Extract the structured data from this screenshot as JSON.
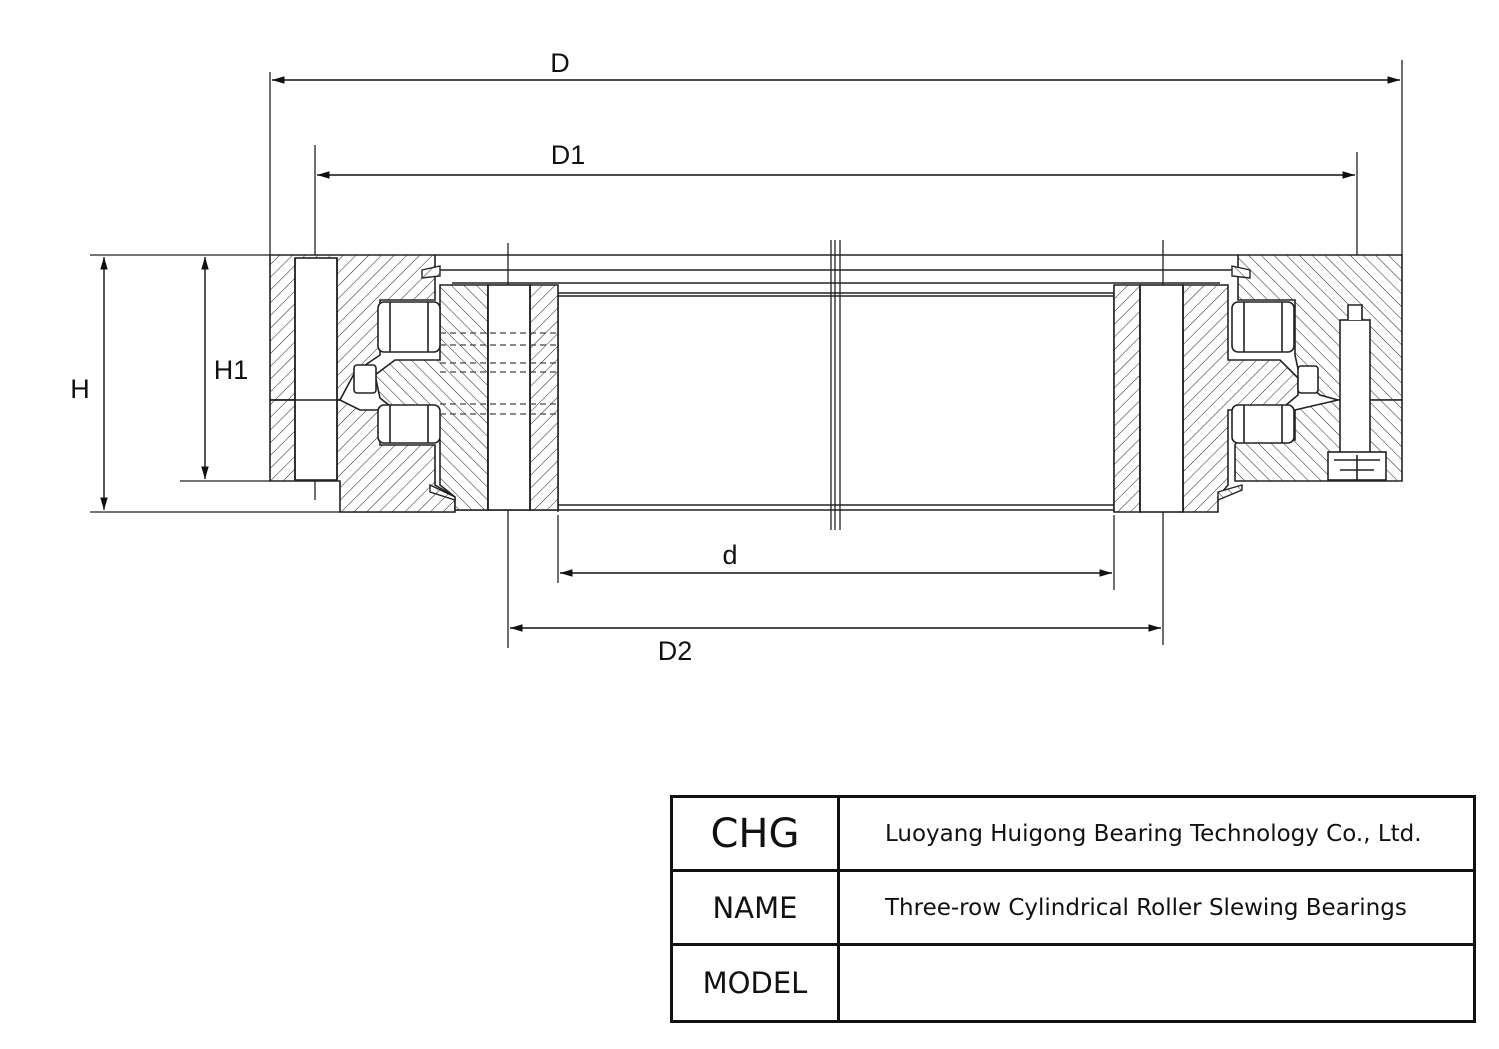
{
  "drawing": {
    "dimensions": {
      "outer_diameter": "D",
      "bolt_circle_outer": "D1",
      "bore": "d",
      "bolt_circle_inner": "D2",
      "total_height": "H",
      "height_outer_ring": "H1"
    }
  },
  "title_block": {
    "rows": [
      {
        "key": "CHG",
        "value": "Luoyang Huigong Bearing Technology Co., Ltd."
      },
      {
        "key": "NAME",
        "value": "Three-row Cylindrical Roller Slewing Bearings"
      },
      {
        "key": "MODEL",
        "value": ""
      }
    ]
  }
}
